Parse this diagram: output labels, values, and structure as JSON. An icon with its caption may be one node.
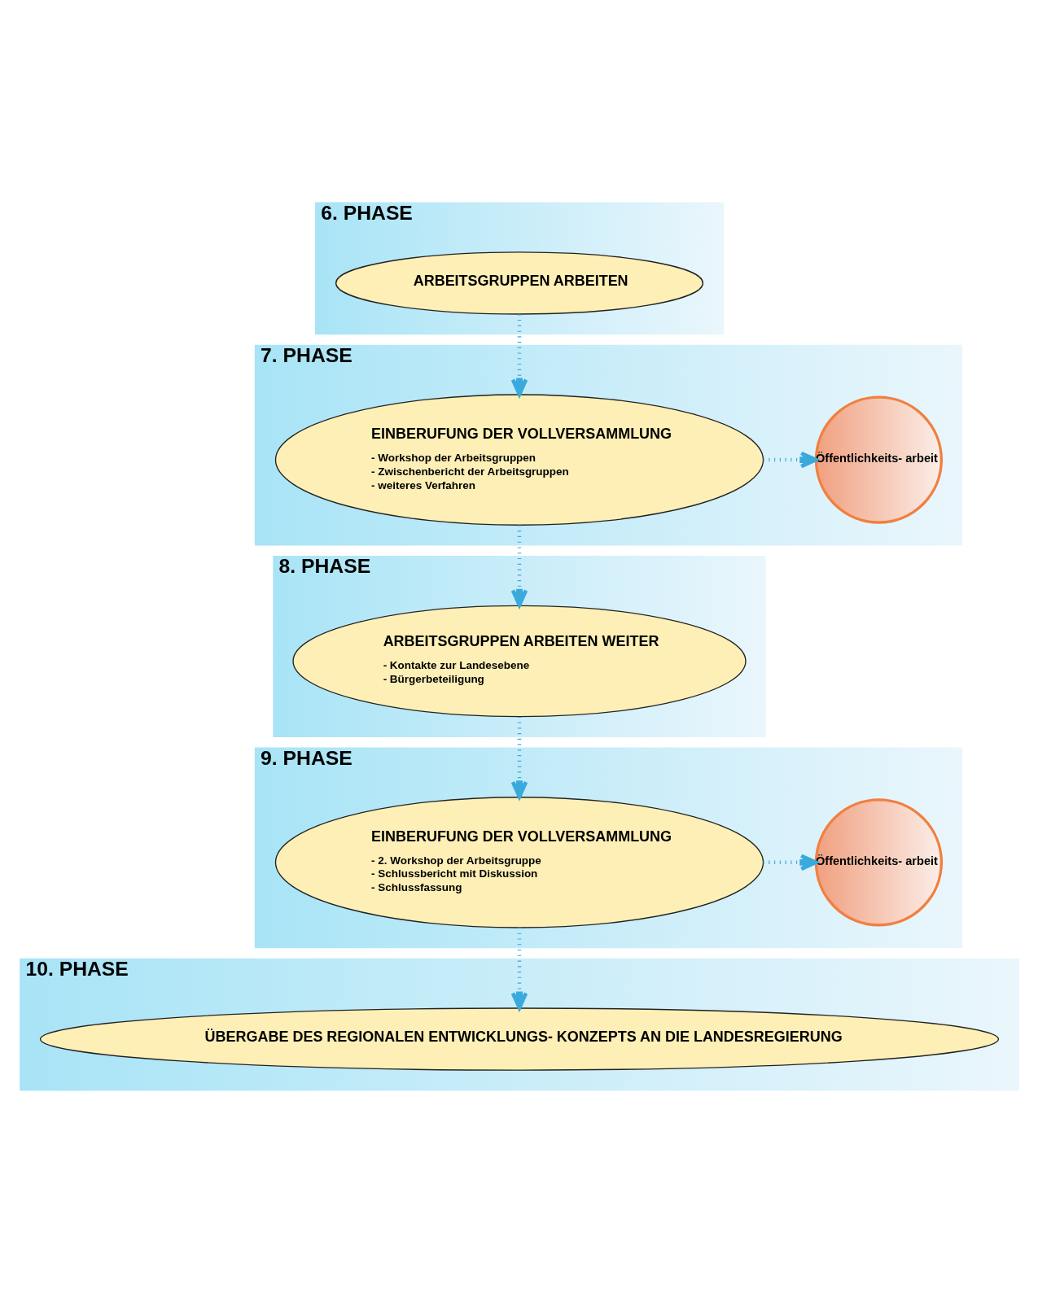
{
  "diagram": {
    "nodes": [
      {
        "text": [
          "6. PHASE"
        ]
      },
      {
        "text": [
          "ARBEITSGRUPPEN ARBEITEN"
        ],
        "in": 0
      },
      {
        "text": [
          "7. PHASE"
        ]
      },
      {
        "text": [
          "EINBERUFUNG DER VOLLVERSAMMLUNG",
          "- Workshop der Arbeitsgruppen",
          "- Zwischenbericht der Arbeitsgruppen",
          "- weiteres Verfahren"
        ],
        "in": 2
      },
      {
        "text": [
          "Öffentlichkeits- arbeit"
        ],
        "in": 2
      },
      {
        "text": [
          "8. PHASE"
        ]
      },
      {
        "text": [
          "ARBEITSGRUPPEN ARBEITEN WEITER",
          "- Kontakte zur Landesebene",
          "- Bürgerbeteiligung"
        ],
        "in": 5
      },
      {
        "text": [
          "9. PHASE"
        ]
      },
      {
        "text": [
          "EINBERUFUNG DER VOLLVERSAMMLUNG",
          "- 2. Workshop der Arbeitsgruppe",
          "- Schlussbericht mit Diskussion",
          "- Schlussfassung"
        ],
        "in": 7
      },
      {
        "text": [
          "Öffentlichkeits- arbeit"
        ],
        "in": 7
      },
      {
        "text": [
          "10. PHASE"
        ]
      },
      {
        "text": [
          "ÜBERGABE DES REGIONALEN ENTWICKLUNGS- KONZEPTS AN DIE LANDESREGIERUNG"
        ],
        "in": 10
      }
    ],
    "edges": [
      {
        "from": 1,
        "to": 3,
        "arrow": "to"
      },
      {
        "from": 3,
        "to": 4,
        "arrow": "to"
      },
      {
        "from": 3,
        "to": 6,
        "arrow": "to"
      },
      {
        "from": 6,
        "to": 8,
        "arrow": "to"
      },
      {
        "from": 8,
        "to": 9,
        "arrow": "to"
      },
      {
        "from": 8,
        "to": 11,
        "arrow": "to"
      }
    ]
  }
}
